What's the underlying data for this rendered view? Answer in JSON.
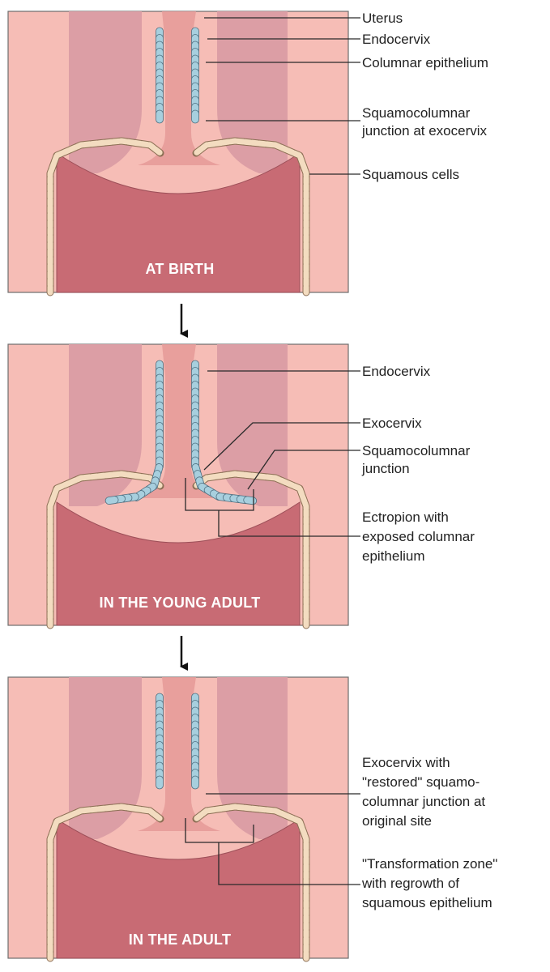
{
  "colors": {
    "background_tissue": "#f6bdb6",
    "fold_tissue": "#dc9ea5",
    "vagina_lumen": "#c86b74",
    "canal_tissue": "#e79b99",
    "columnar_cells": "#a7cfde",
    "squamous_cells": "#f3dcc0",
    "label_text": "#222222",
    "title_text": "#ffffff"
  },
  "panels": [
    {
      "title": "AT BIRTH",
      "labels": [
        {
          "lines": [
            "Uterus"
          ]
        },
        {
          "lines": [
            "Endocervix"
          ]
        },
        {
          "lines": [
            "Columnar epithelium"
          ]
        },
        {
          "lines": [
            "Squamocolumnar",
            "junction at exocervix"
          ]
        },
        {
          "lines": [
            "Squamous cells"
          ]
        }
      ]
    },
    {
      "title": "IN THE YOUNG ADULT",
      "labels": [
        {
          "lines": [
            "Endocervix"
          ]
        },
        {
          "lines": [
            "Exocervix"
          ]
        },
        {
          "lines": [
            "Squamocolumnar",
            "junction"
          ]
        },
        {
          "lines": [
            "Ectropion with",
            "exposed columnar",
            "epithelium"
          ]
        }
      ]
    },
    {
      "title": "IN THE ADULT",
      "labels": [
        {
          "lines": [
            "Exocervix with",
            "\"restored\" squamo-",
            "columnar junction at",
            "original site"
          ]
        },
        {
          "lines": [
            "\"Transformation zone\"",
            "with regrowth of",
            "squamous epithelium"
          ]
        }
      ]
    }
  ]
}
